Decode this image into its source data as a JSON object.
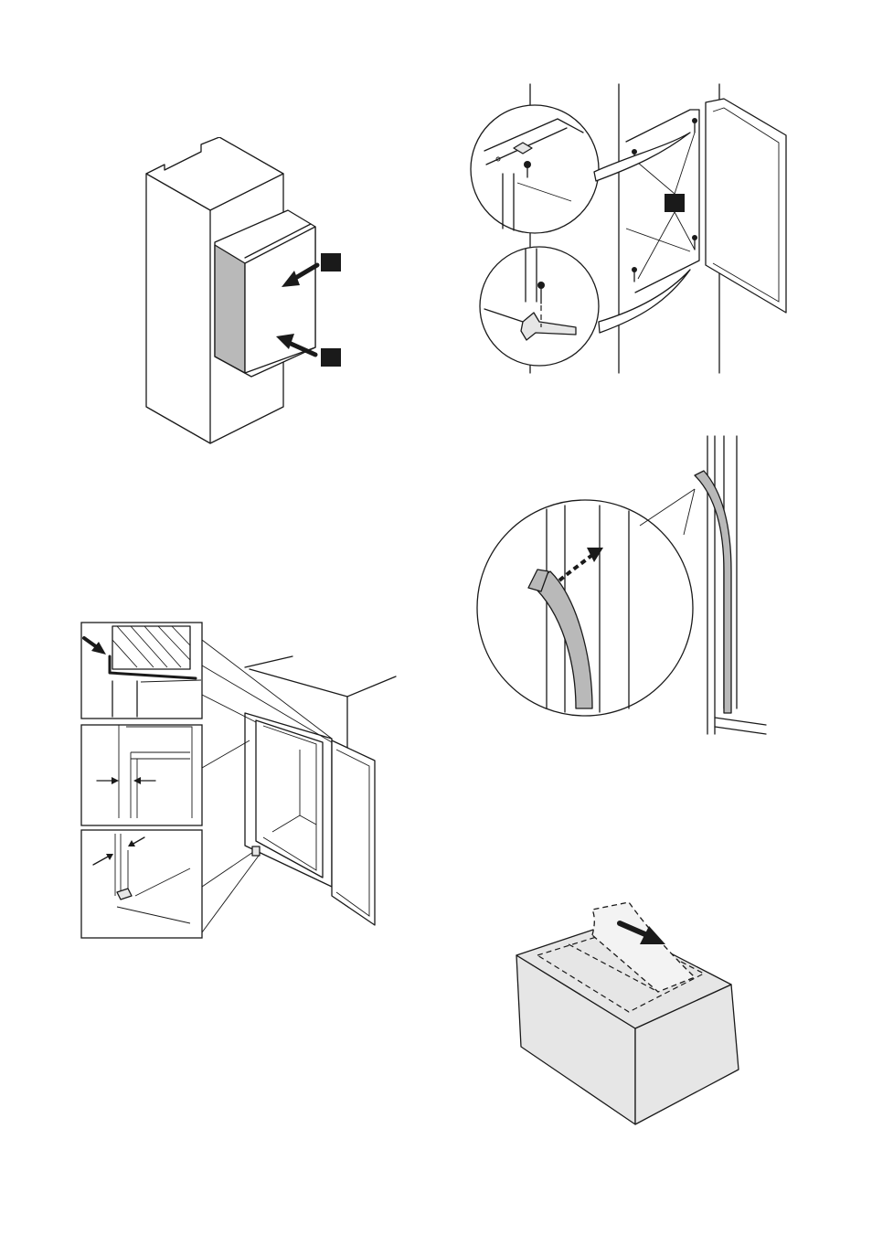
{
  "page": {
    "background": "#ffffff",
    "line_color": "#1a1a1a",
    "fill_light": "#e6e6e6",
    "fill_mid": "#b9b9b9"
  },
  "figures": [
    {
      "id": "fig-insert-appliance",
      "icons": [
        "push-arrow-icon",
        "push-arrow-icon"
      ],
      "callouts": 2
    },
    {
      "id": "fig-screw-mounting",
      "icons": [
        "screw-icon",
        "bracket-icon",
        "magnifier-circle"
      ],
      "callouts": 1
    },
    {
      "id": "fig-door-alignment",
      "icons": [
        "detail-panel",
        "gap-arrows-icon"
      ],
      "callouts": 0
    },
    {
      "id": "fig-seal-strip",
      "icons": [
        "dashed-arrow-icon",
        "seal-profile"
      ],
      "callouts": 0
    },
    {
      "id": "fig-peel-film",
      "icons": [
        "peel-arrow-icon"
      ],
      "callouts": 0
    }
  ]
}
